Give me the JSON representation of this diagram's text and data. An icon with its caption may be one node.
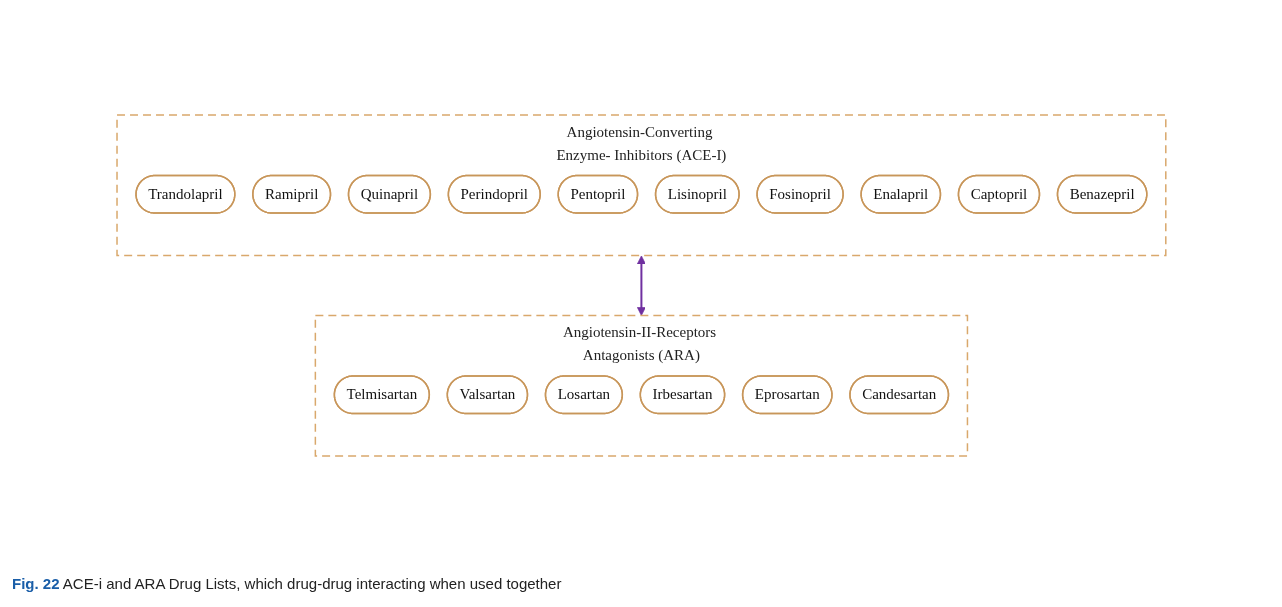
{
  "diagram": {
    "nodes": [
      {
        "text": [
          "Angiotensin-Converting Enzyme- Inhibitors (ACE-I)"
        ]
      },
      {
        "text": [
          "Trandolapril"
        ],
        "in": 0
      },
      {
        "text": [
          "Ramipril"
        ],
        "in": 0
      },
      {
        "text": [
          "Quinapril"
        ],
        "in": 0
      },
      {
        "text": [
          "Perindopril"
        ],
        "in": 0
      },
      {
        "text": [
          "Pentopril"
        ],
        "in": 0
      },
      {
        "text": [
          "Lisinopril"
        ],
        "in": 0
      },
      {
        "text": [
          "Fosinopril"
        ],
        "in": 0
      },
      {
        "text": [
          "Enalapril"
        ],
        "in": 0
      },
      {
        "text": [
          "Captopril"
        ],
        "in": 0
      },
      {
        "text": [
          "Benazepril"
        ],
        "in": 0
      },
      {
        "text": [
          "Angiotensin-II-Receptors Antagonists (ARA)"
        ]
      },
      {
        "text": [
          "Telmisartan"
        ],
        "in": 11
      },
      {
        "text": [
          "Valsartan"
        ],
        "in": 11
      },
      {
        "text": [
          "Losartan"
        ],
        "in": 11
      },
      {
        "text": [
          "Irbesartan"
        ],
        "in": 11
      },
      {
        "text": [
          "Eprosartan"
        ],
        "in": 11
      },
      {
        "text": [
          "Candesartan"
        ],
        "in": 11
      }
    ],
    "edges": [
      {
        "from": 0,
        "to": 11,
        "arrow": "both",
        "color": "#7030a0"
      }
    ],
    "caption": "**Fig. 22** ACE-i and ARA Drug Lists, which drug-drug interacting when used together"
  }
}
